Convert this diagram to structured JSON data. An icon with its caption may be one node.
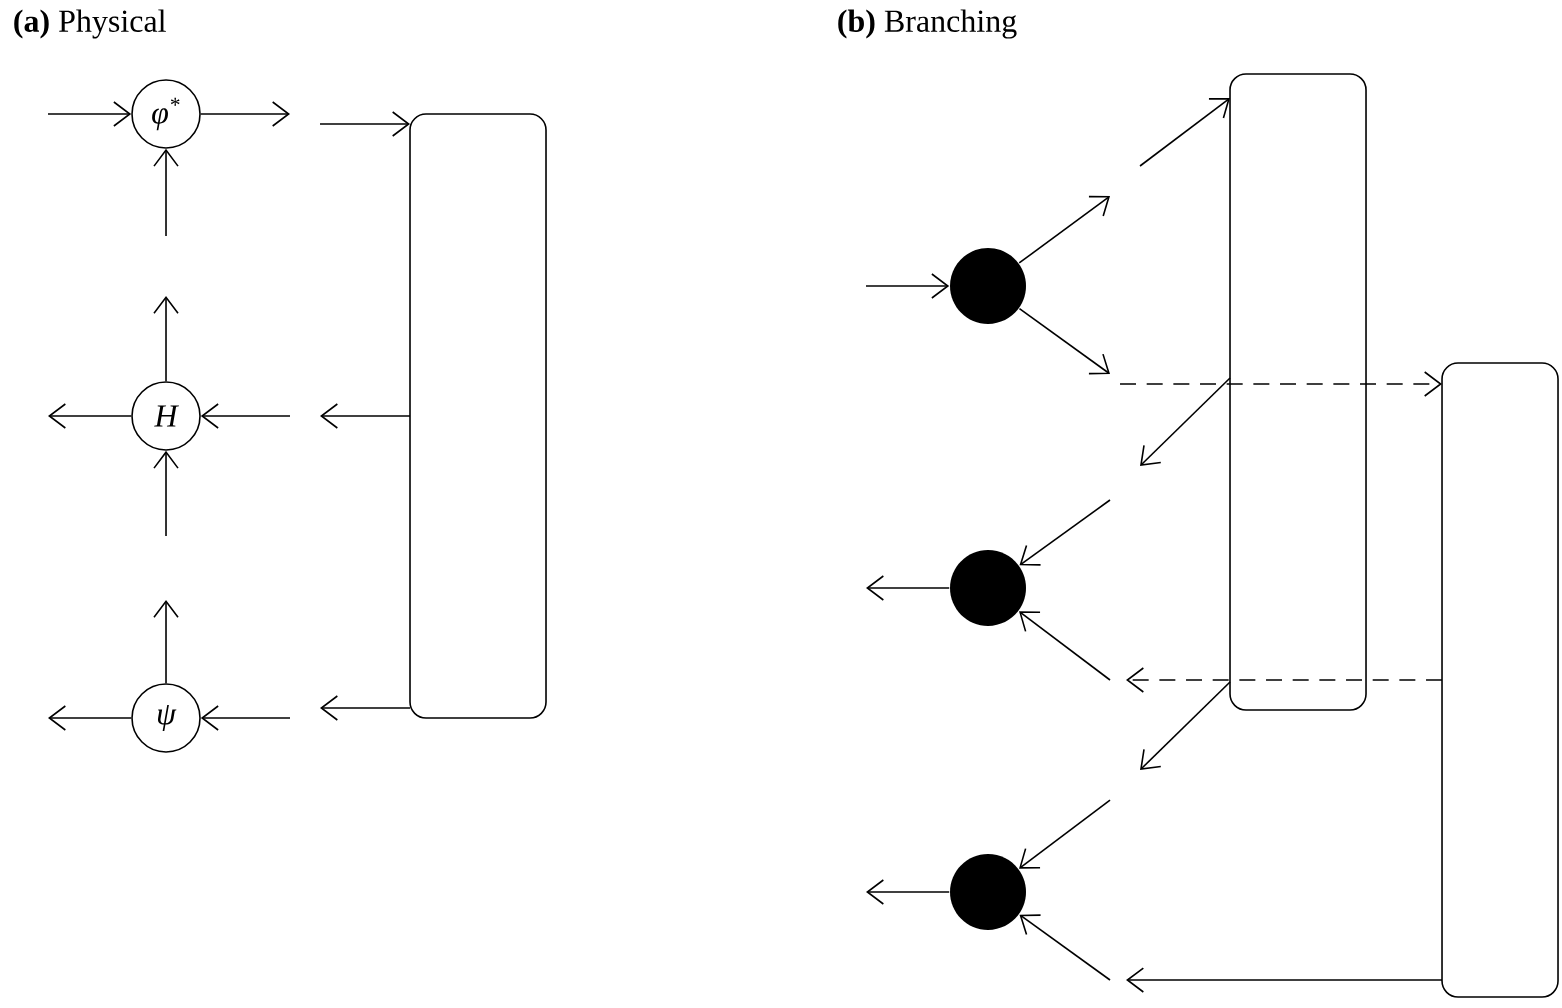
{
  "diagram": {
    "nodes": [
      {
        "text": [
          "φ$^{*}$"
        ]
      },
      {
        "text": [
          "H"
        ]
      },
      {
        "text": [
          "ψ"
        ]
      },
      {
        "text": [],
        "shape": "box"
      },
      {
        "text": [],
        "shape": "circle"
      },
      {
        "text": [],
        "shape": "circle"
      },
      {
        "text": [],
        "shape": "circle"
      },
      {
        "text": [],
        "shape": "box"
      },
      {
        "text": [],
        "shape": "box"
      }
    ],
    "edges": [
      {
        "from": null,
        "to": 0,
        "arrow": "to"
      },
      {
        "from": 0,
        "to": null,
        "arrow": "to"
      },
      {
        "from": null,
        "to": 3,
        "arrow": "to"
      },
      {
        "from": null,
        "to": 0,
        "arrow": "to"
      },
      {
        "from": 1,
        "to": null,
        "arrow": "to"
      },
      {
        "from": 1,
        "to": null,
        "arrow": "to"
      },
      {
        "from": null,
        "to": 1,
        "arrow": "to"
      },
      {
        "from": 3,
        "to": null,
        "arrow": "to"
      },
      {
        "from": null,
        "to": 1,
        "arrow": "to"
      },
      {
        "from": 2,
        "to": null,
        "arrow": "to"
      },
      {
        "from": 2,
        "to": null,
        "arrow": "to"
      },
      {
        "from": null,
        "to": 2,
        "arrow": "to"
      },
      {
        "from": 3,
        "to": null,
        "arrow": "to"
      },
      {
        "from": null,
        "to": 4,
        "arrow": "to"
      },
      {
        "from": 4,
        "to": null,
        "arrow": "to"
      },
      {
        "from": null,
        "to": 7,
        "arrow": "to"
      },
      {
        "from": 4,
        "to": null,
        "arrow": "to"
      },
      {
        "from": null,
        "to": 8,
        "arrow": "to",
        "style": "dashed"
      },
      {
        "from": 7,
        "to": null,
        "arrow": "to"
      },
      {
        "from": null,
        "to": 5,
        "arrow": "to"
      },
      {
        "from": 5,
        "to": null,
        "arrow": "to"
      },
      {
        "from": null,
        "to": 5,
        "arrow": "to"
      },
      {
        "from": 8,
        "to": null,
        "arrow": "to",
        "style": "dashed"
      },
      {
        "from": 7,
        "to": null,
        "arrow": "to"
      },
      {
        "from": null,
        "to": 6,
        "arrow": "to"
      },
      {
        "from": 6,
        "to": null,
        "arrow": "to"
      },
      {
        "from": null,
        "to": 6,
        "arrow": "to"
      },
      {
        "from": 8,
        "to": null,
        "arrow": "to"
      }
    ],
    "labels": [
      "**(a)** Physical",
      "**(b)** Branching"
    ]
  }
}
